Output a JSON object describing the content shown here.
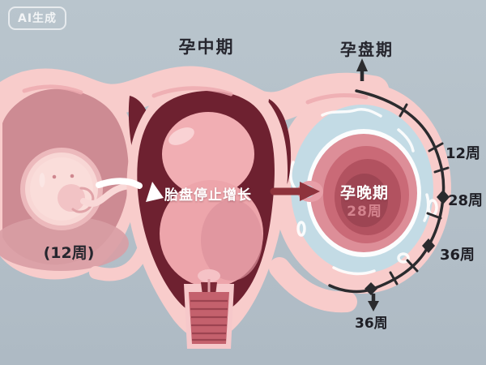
{
  "badge": {
    "label": "AI生成"
  },
  "stages": {
    "mid_pregnancy": "孕中期",
    "placenta_stage": "孕盘期",
    "late_pregnancy": "孕晚期",
    "late_pregnancy_week": "28周",
    "first_trimester_week": "(12周)"
  },
  "annotation": {
    "placenta_stops": "胎盘停止增长"
  },
  "timeline": {
    "w12": "12周",
    "w28": "28周",
    "w36": "36周",
    "w36_bottom": "36周"
  },
  "colors": {
    "background": "#b5c1ca",
    "wall_pink": "#f8cccb",
    "interior_mauve": "#cd8b93",
    "cavity_maroon": "#6e2130",
    "amniotic_blue": "#c3dbe5",
    "fetus_dark": "#b25260",
    "arrow_red": "#8e333c",
    "ink": "#2b2b2e",
    "week_label_pink": "#d4838e"
  }
}
